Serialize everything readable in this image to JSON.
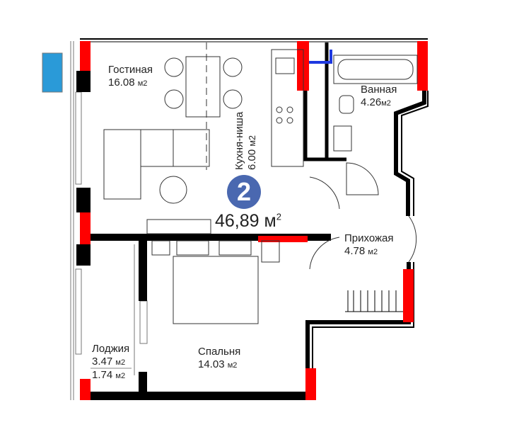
{
  "plan": {
    "unit_number": "2",
    "total_area": "46,89",
    "total_area_unit": "м",
    "total_area_sup": "2",
    "colors": {
      "wall": "#000000",
      "window": "#ff0000",
      "badge": "#4a68b0",
      "balcony": "#2a9ad8"
    }
  },
  "rooms": {
    "living": {
      "name": "Гостиная",
      "area": "16.08",
      "unit": "м2"
    },
    "kitchen": {
      "name": "Кухня-ниша",
      "area": "6.00",
      "unit": "м2"
    },
    "bathroom": {
      "name": "Ванная",
      "area": "4.26",
      "unit": "м2"
    },
    "hall": {
      "name": "Прихожая",
      "area": "4.78",
      "unit": "м2"
    },
    "bedroom": {
      "name": "Спальня",
      "area": "14.03",
      "unit": "м2"
    },
    "loggia": {
      "name": "Лоджия",
      "area": "3.47",
      "unit": "м2",
      "area2": "1.74",
      "unit2": "м2"
    }
  }
}
